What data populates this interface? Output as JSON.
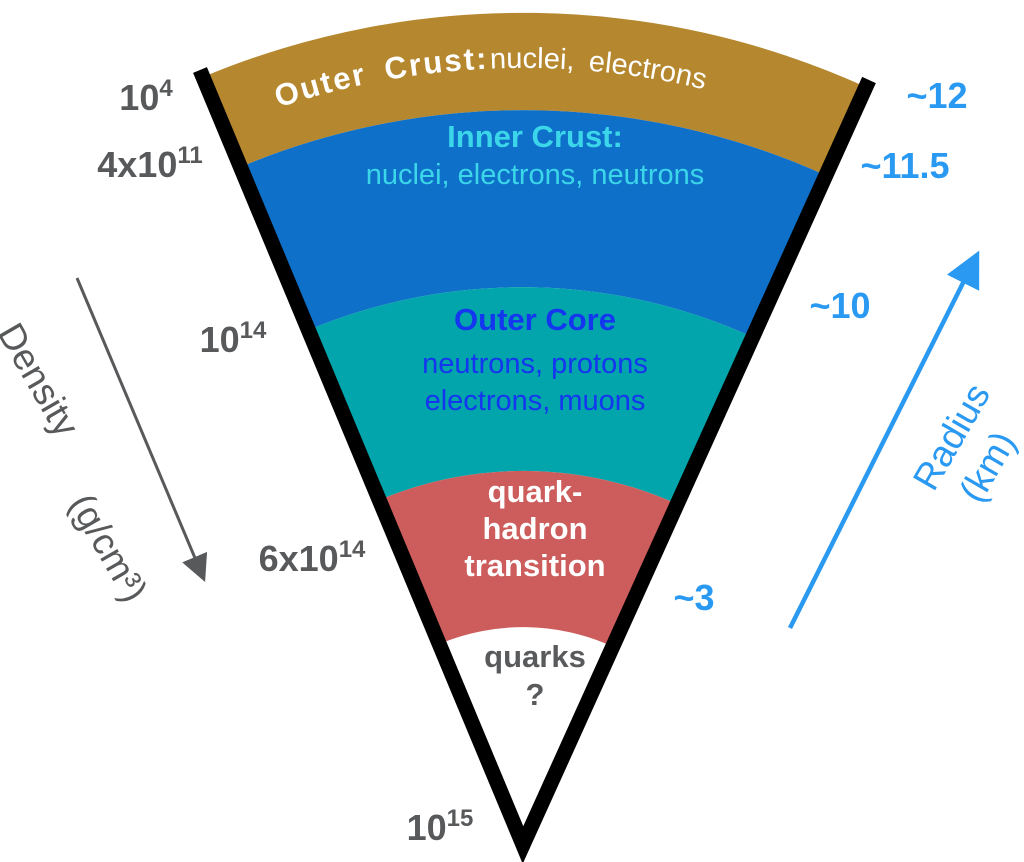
{
  "diagram": {
    "name": "Neutron star interior cross-section",
    "wedge_edge_color": "#000000"
  },
  "layers": [
    {
      "name": "Outer Crust:",
      "particles": "nuclei, electrons",
      "fill": "#b5872e",
      "name_color": "#ffffff",
      "particles_color": "#ffffff"
    },
    {
      "name": "Inner Crust:",
      "particles": "nuclei, electrons, neutrons",
      "fill": "#0e70c8",
      "text_color": "#3bd6e9"
    },
    {
      "name": "Outer Core",
      "particles_line1": "neutrons, protons",
      "particles_line2": "electrons, muons",
      "fill": "#01a5ab",
      "text_color": "#1536ef"
    },
    {
      "line1": "quark-",
      "line2": "hadron",
      "line3": "transition",
      "fill": "#cd5d5c",
      "text_color": "#ffffff"
    },
    {
      "name": "quarks",
      "question": "?",
      "fill": "#ffffff",
      "text_color": "#595a5c"
    }
  ],
  "density_axis": {
    "label": "Density",
    "unit": "(g/cm³)",
    "color": "#58595b",
    "ticks": [
      {
        "base": "10",
        "sup": "4"
      },
      {
        "base": "4x10",
        "sup": "11"
      },
      {
        "base": "10",
        "sup": "14"
      },
      {
        "base": "6x10",
        "sup": "14"
      },
      {
        "base": "10",
        "sup": "15"
      }
    ]
  },
  "radius_axis": {
    "label": "Radius",
    "unit": "(km)",
    "color": "#2a99f2",
    "ticks": [
      "~12",
      "~11.5",
      "~10",
      "~3"
    ]
  }
}
